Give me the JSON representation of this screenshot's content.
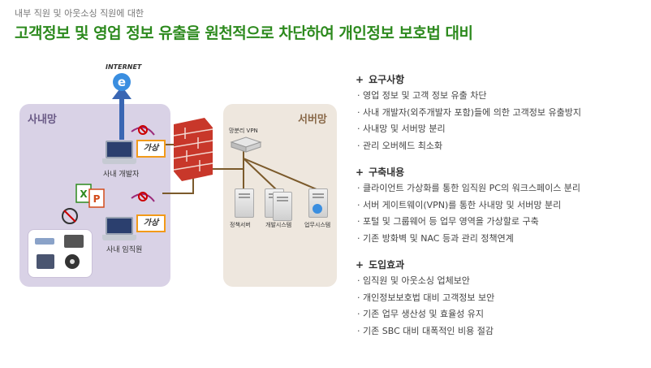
{
  "header": {
    "subtitle": "내부 직원 및 아웃소싱 직원에 대한",
    "title": "고객정보 및 영업 정보 유출을 원천적으로 차단하여 개인정보 보호법 대비"
  },
  "diagram": {
    "internet_label": "INTERNET",
    "internal_zone_label": "사내망",
    "server_zone_label": "서버망",
    "vpn_label": "망분리 VPN",
    "virtual_label_1": "가상",
    "virtual_label_2": "가상",
    "developer_label": "사내 개발자",
    "employee_label": "사내 임직원",
    "servers": [
      "정책서버",
      "개발시스템",
      "업무시스템"
    ],
    "colors": {
      "internal": "#d9d2e6",
      "server": "#eee7de",
      "title": "#2d8a1e",
      "line": "#7b5a2b",
      "arrow": "#3a66b3"
    }
  },
  "sections": [
    {
      "heading": "요구사항",
      "items": [
        "영업 정보 및 고객 정보 유출 차단",
        "사내 개발자(외주개발자 포함)들에 의한 고객정보 유출방지",
        "사내망 및 서버망 분리",
        "관리 오버헤드 최소화"
      ]
    },
    {
      "heading": "구축내용",
      "items": [
        "클라이언트 가상화를 통한 임직원 PC의 워크스페이스 분리",
        "서버 게이트웨이(VPN)를 통한 사내망 및 서버망 분리",
        "포털 및 그룹웨어 등 업무 영역을 가상할로 구축",
        "기존 방화벽 및 NAC 등과 관리 정책연계"
      ]
    },
    {
      "heading": "도입효과",
      "items": [
        "임직원 및 아웃소싱 업체보안",
        "개인정보보호법 대비 고객정보 보안",
        "기존 업무 생산성 및 효율성 유지",
        "기존 SBC 대비 대폭적인 비용 절감"
      ]
    }
  ]
}
